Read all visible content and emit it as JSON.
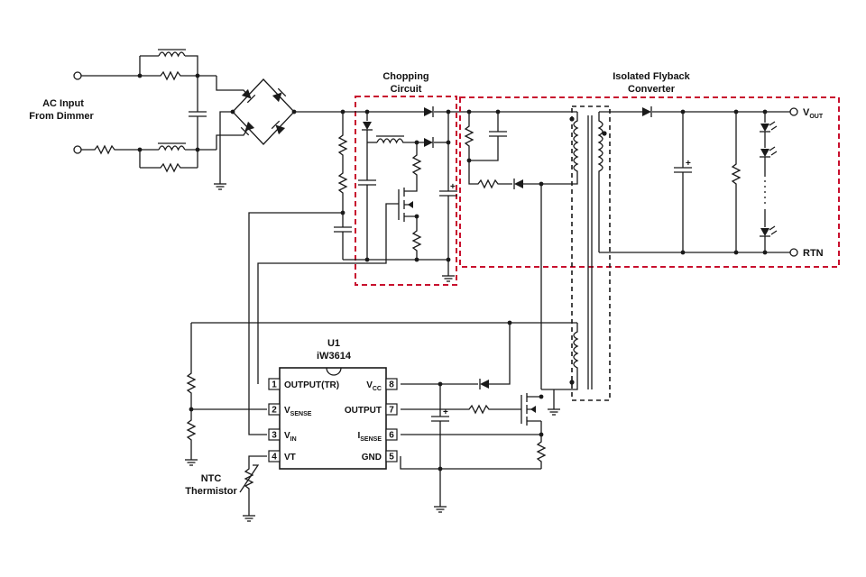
{
  "labels": {
    "ac_input_line1": "AC Input",
    "ac_input_line2": "From Dimmer",
    "chopping_line1": "Chopping",
    "chopping_line2": "Circuit",
    "flyback_line1": "Isolated Flyback",
    "flyback_line2": "Converter",
    "vout_main": "V",
    "vout_sub": "OUT",
    "rtn": "RTN",
    "ic_ref": "U1",
    "ic_part": "iW3614",
    "ntc_line1": "NTC",
    "ntc_line2": "Thermistor"
  },
  "ic": {
    "left_pins": [
      {
        "num": "1",
        "name": "OUTPUT(TR)",
        "sub": ""
      },
      {
        "num": "2",
        "name": "V",
        "sub": "SENSE"
      },
      {
        "num": "3",
        "name": "V",
        "sub": "IN"
      },
      {
        "num": "4",
        "name": "VT",
        "sub": ""
      }
    ],
    "right_pins": [
      {
        "num": "8",
        "name": "V",
        "sub": "CC"
      },
      {
        "num": "7",
        "name": "OUTPUT",
        "sub": ""
      },
      {
        "num": "6",
        "name": "I",
        "sub": "SENSE"
      },
      {
        "num": "5",
        "name": "GND",
        "sub": ""
      }
    ]
  }
}
